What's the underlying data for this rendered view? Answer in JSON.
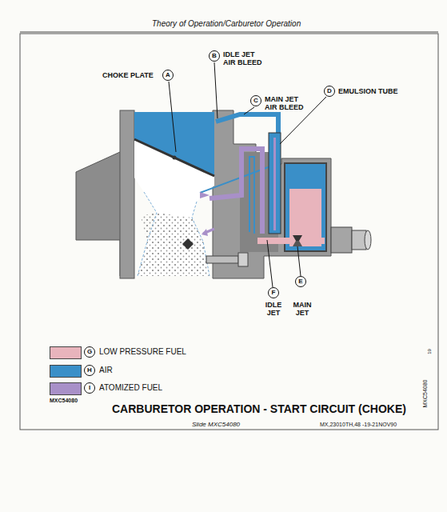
{
  "diagram": {
    "title": "CARBURETOR OPERATION - START CIRCUIT (CHOKE)",
    "labels": [
      "Theory of Operation/Carburetor Operation",
      "CHOKE PLATE",
      "A",
      "B",
      "IDLE JET AIR BLEED",
      "C",
      "MAIN JET AIR BLEED",
      "D",
      "EMULSION TUBE",
      "F",
      "IDLE JET",
      "E",
      "MAIN JET",
      "G",
      "H",
      "I",
      "MXC54080",
      "Slide MXC54080",
      "MX,23010TH,48 -19-21NOV90",
      "19",
      "MXC54080"
    ],
    "legend": [
      {
        "text": "LOW PRESSURE FUEL",
        "color": "#e8b4bc"
      },
      {
        "text": "AIR",
        "color": "#3a8fc8"
      },
      {
        "text": "ATOMIZED FUEL",
        "color": "#a890c8"
      }
    ]
  }
}
